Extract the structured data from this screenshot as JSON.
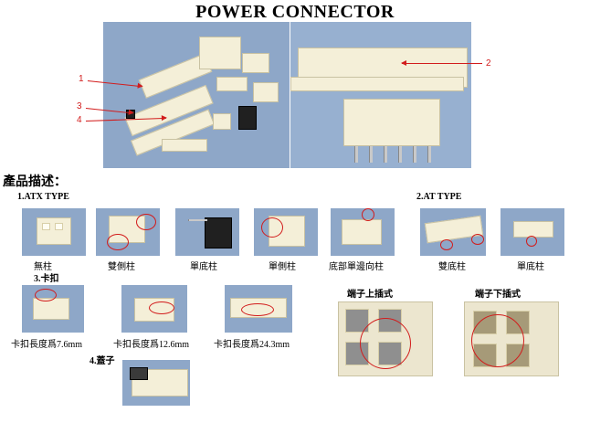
{
  "title": "POWER CONNECTOR",
  "callouts": [
    "1",
    "3",
    "4",
    "2"
  ],
  "section_heading": "產品描述：",
  "atx": {
    "heading": "1.ATX TYPE",
    "items": [
      "無柱",
      "雙側柱",
      "單底柱",
      "單側柱",
      "底部單邊向柱"
    ]
  },
  "at": {
    "heading": "2.AT TYPE",
    "items": [
      "雙底柱",
      "單底柱"
    ]
  },
  "clip": {
    "heading": "3.卡扣",
    "items": [
      "卡扣長度爲7.6mm",
      "卡扣長度爲12.6mm",
      "卡扣長度爲24.3mm"
    ]
  },
  "terminal": {
    "top_label": "端子上插式",
    "bottom_label": "端子下插式"
  },
  "cover": {
    "heading": "4.蓋子"
  },
  "colors": {
    "photo_bg": "#8ea7c8",
    "part": "#f4efd8",
    "callout": "#d21c1c"
  }
}
